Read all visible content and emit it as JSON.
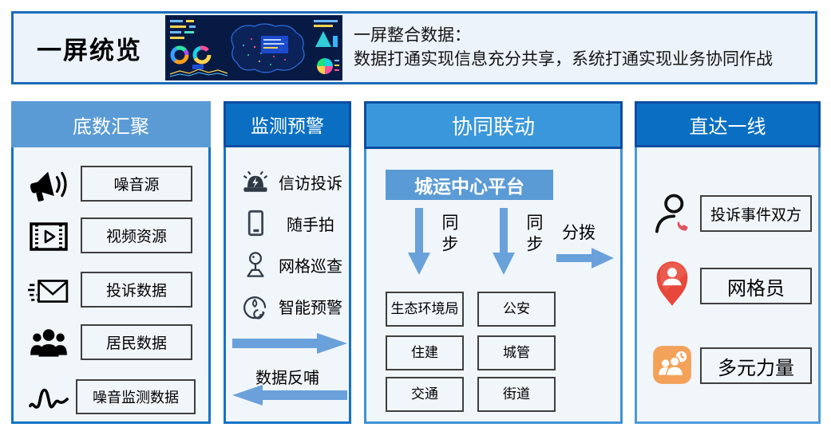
{
  "header": {
    "title": "一屏统览",
    "line1": "一屏整合数据：",
    "line2": "数据打通实现信息充分共享，系统打通实现业务协同作战"
  },
  "columns": {
    "base": {
      "title": "底数汇聚",
      "items": [
        {
          "icon": "megaphone-icon",
          "label": "噪音源"
        },
        {
          "icon": "film-icon",
          "label": "视频资源"
        },
        {
          "icon": "mail-icon",
          "label": "投诉数据"
        },
        {
          "icon": "people-icon",
          "label": "居民数据"
        },
        {
          "icon": "waveform-icon",
          "label": "噪音监测数据"
        }
      ]
    },
    "monitor": {
      "title": "监测预警",
      "items": [
        {
          "icon": "siren-icon",
          "label": "信访投诉"
        },
        {
          "icon": "phone-icon",
          "label": "随手拍"
        },
        {
          "icon": "person-pin-icon",
          "label": "网格巡查"
        },
        {
          "icon": "gauge-icon",
          "label": "智能预警"
        }
      ],
      "feedback_label": "数据反哺"
    },
    "coordinate": {
      "title": "协同联动",
      "platform": "城运中心平台",
      "sync_label_1": "同步",
      "sync_label_2": "同步",
      "dispatch_label": "分拨",
      "departments": [
        "生态环境局",
        "公安",
        "住建",
        "城管",
        "交通",
        "街道"
      ]
    },
    "frontline": {
      "title": "直达一线",
      "items": [
        {
          "icon": "person-phone-icon",
          "label": "投诉事件双方"
        },
        {
          "icon": "pin-person-icon",
          "label": "网格员"
        },
        {
          "icon": "people-clock-icon",
          "label": "多元力量"
        }
      ]
    }
  },
  "colors": {
    "header_border": "#1B6BB8",
    "dark_header_blue": "#0A6FC2",
    "light_blue": "#5B9BD5",
    "dark_border": "#0B4DA2",
    "arrow_blue": "#6AA1DB",
    "box_border": "#3F3F3F",
    "pin_red": "#E8483B",
    "handset_red": "#E2555E",
    "orange": "#F4A259"
  }
}
